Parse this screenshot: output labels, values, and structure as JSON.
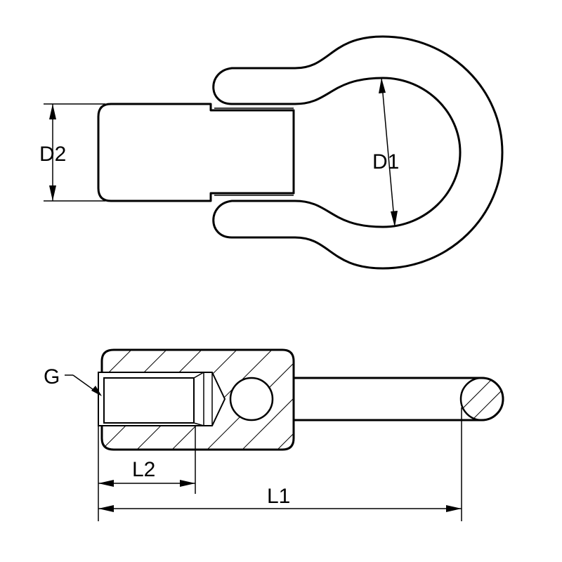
{
  "labels": {
    "d1": "D1",
    "d2": "D2",
    "g": "G",
    "l1": "L1",
    "l2": "L2"
  },
  "colors": {
    "stroke": "#000000",
    "background": "#ffffff"
  }
}
